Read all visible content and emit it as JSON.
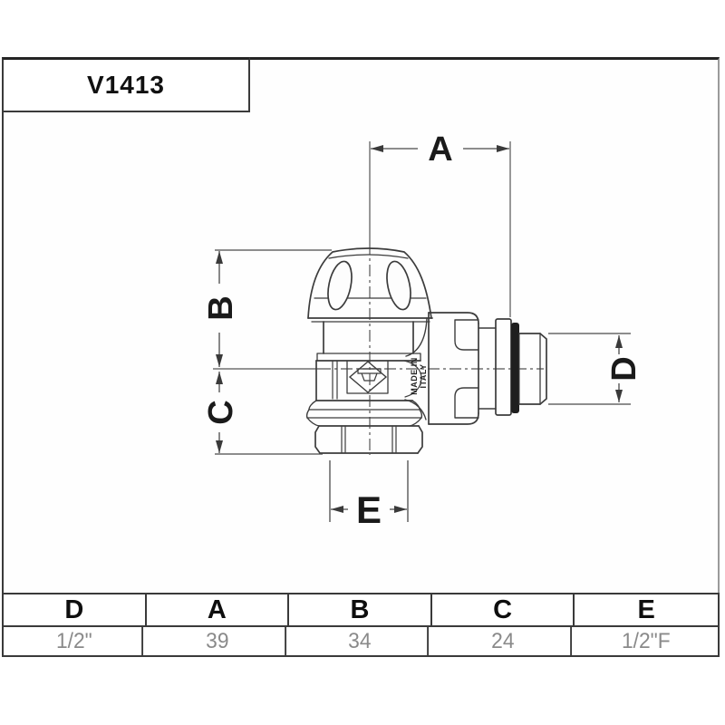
{
  "title_block": {
    "model": "V1413"
  },
  "drawing": {
    "dim_labels": {
      "a": "A",
      "b": "B",
      "c": "C",
      "d": "D",
      "e": "E"
    },
    "engraving": {
      "line1": "MADE IN",
      "line2": "ITALY"
    }
  },
  "spec_table": {
    "columns": [
      {
        "header": "D",
        "value": "1/2\""
      },
      {
        "header": "A",
        "value": "39"
      },
      {
        "header": "B",
        "value": "34"
      },
      {
        "header": "C",
        "value": "24"
      },
      {
        "header": "E",
        "value": "1/2\"F"
      }
    ]
  },
  "colors": {
    "frame_line": "#3a3a3a",
    "drawing_line": "#3c3c3c",
    "dimension_line": "#4a4a4a",
    "label_text": "#1a1a1a",
    "table_value_text": "#8a8a8a",
    "oring_fill": "#1f1f1f"
  }
}
